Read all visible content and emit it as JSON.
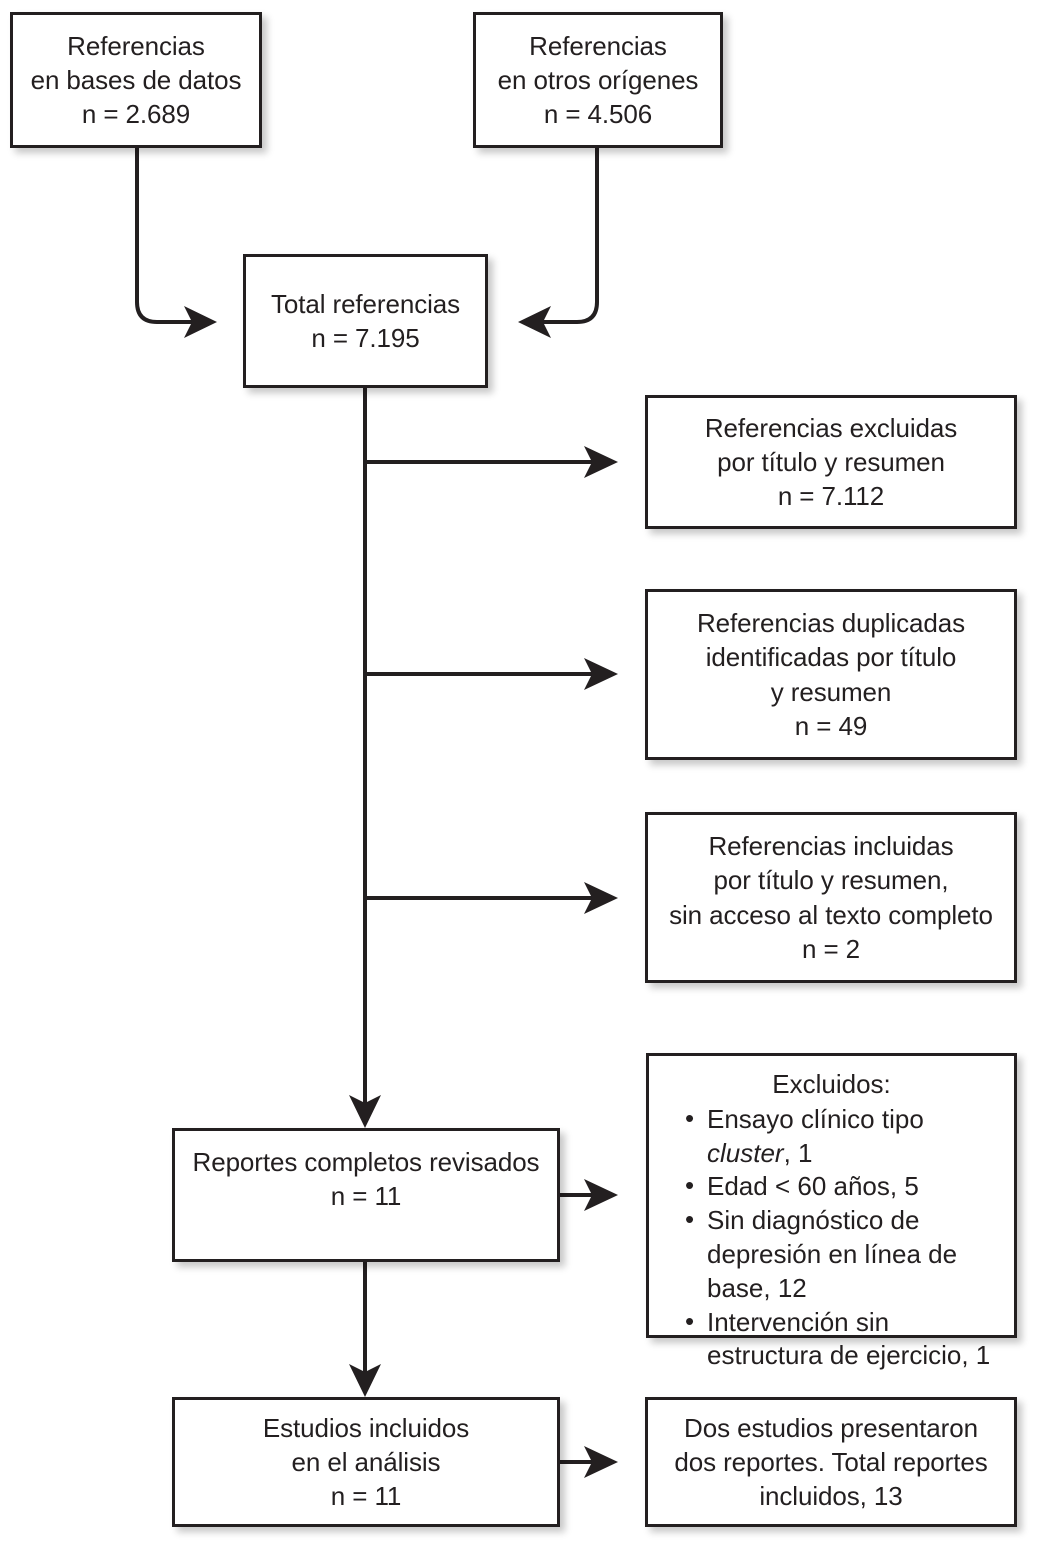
{
  "diagram": {
    "type": "prisma-flow-diagram",
    "language": "es",
    "line_color": "#231f20",
    "box_fill": "#ffffff",
    "nodes": {
      "db_refs": {
        "l1": "Referencias",
        "l2": "en bases de datos",
        "l3": "n = 2.689"
      },
      "other_refs": {
        "l1": "Referencias",
        "l2": "en otros orígenes",
        "l3": "n = 4.506"
      },
      "total_refs": {
        "l1": "Total referencias",
        "l2": "n = 7.195"
      },
      "excluded_title_abstract": {
        "l1": "Referencias excluidas",
        "l2": "por título y resumen",
        "l3": "n = 7.112"
      },
      "duplicates": {
        "l1": "Referencias duplicadas",
        "l2": "identificadas por título",
        "l3": "y resumen",
        "l4": "n = 49"
      },
      "no_fulltext": {
        "l1": "Referencias incluidas",
        "l2": "por título y resumen,",
        "l3": "sin acceso al texto completo",
        "l4": "n = 2"
      },
      "full_reports_reviewed": {
        "l1": "Reportes completos revisados",
        "l2": "n = 11"
      },
      "excluded_list": {
        "title": "Excluidos:",
        "items": [
          {
            "pre": "Ensayo clínico tipo ",
            "em": "cluster",
            "post": ", 1"
          },
          {
            "pre": "Edad < 60 años, 5",
            "em": "",
            "post": ""
          },
          {
            "pre": "Sin diagnóstico de depresión en línea de base, 12",
            "em": "",
            "post": ""
          },
          {
            "pre": "Intervención sin estructura de ejercicio, 1",
            "em": "",
            "post": ""
          }
        ]
      },
      "included_studies": {
        "l1": "Estudios incluidos",
        "l2": "en el análisis",
        "l3": "n = 11"
      },
      "reports_note": {
        "l1": "Dos estudios presentaron",
        "l2": "dos reportes. Total reportes",
        "l3": "incluidos, 13"
      }
    },
    "counts": {
      "database_references": 2689,
      "other_source_references": 4506,
      "total_references": 7195,
      "excluded_by_title_abstract": 7112,
      "duplicates_by_title_abstract": 49,
      "included_no_fulltext_access": 2,
      "full_reports_reviewed": 11,
      "excluded_cluster_trial": 1,
      "excluded_age_under_60": 5,
      "excluded_no_depression_diagnosis": 12,
      "excluded_unstructured_intervention": 1,
      "included_studies": 11,
      "total_reports_included": 13
    }
  }
}
